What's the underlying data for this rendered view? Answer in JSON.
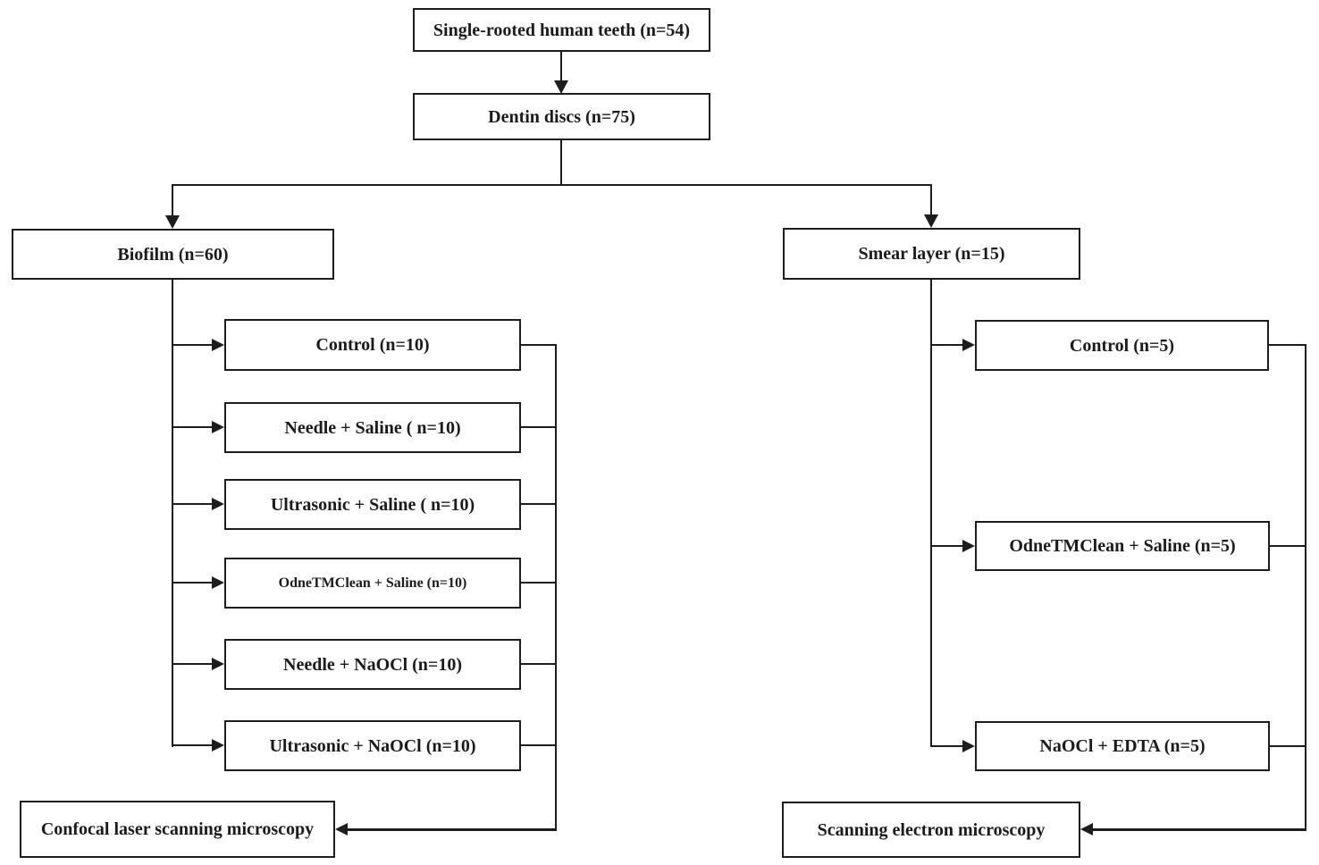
{
  "diagram_type": "study-design-flowchart",
  "colors": {
    "line": "#1d1d20",
    "text": "#1b1b1b",
    "box_background": "#ffffff",
    "page_background": "#ffffff"
  },
  "nodes": {
    "teeth": "Single-rooted human teeth (n=54)",
    "dentin_discs": "Dentin discs (n=75)",
    "biofilm": "Biofilm (n=60)",
    "smear_layer": "Smear layer (n=15)",
    "biofilm_control": "Control (n=10)",
    "needle_saline": "Needle + Saline ( n=10)",
    "ultrasonic_saline": "Ultrasonic + Saline ( n=10)",
    "odneclean_saline": "OdneTMClean + Saline (n=10)",
    "needle_naocl": "Needle + NaOCl (n=10)",
    "ultrasonic_naocl": "Ultrasonic + NaOCl (n=10)",
    "smear_control": "Control (n=5)",
    "smear_odneclean_saline": "OdneTMClean + Saline (n=5)",
    "naocl_edta": "NaOCl + EDTA (n=5)",
    "clsm": "Confocal laser scanning microscopy",
    "sem": "Scanning electron microscopy"
  }
}
